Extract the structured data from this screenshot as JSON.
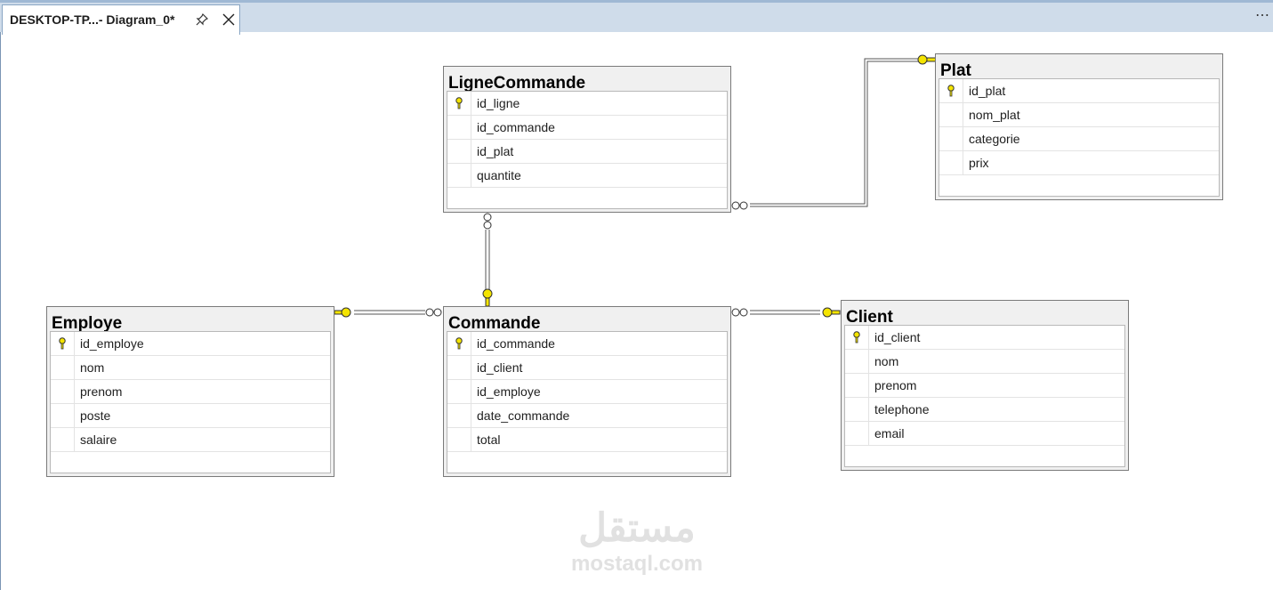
{
  "tab": {
    "title": "DESKTOP-TP...- Diagram_0*",
    "overflow": "⋯"
  },
  "tables": {
    "lignecommande": {
      "name": "LigneCommande",
      "columns": [
        {
          "name": "id_ligne",
          "pk": true
        },
        {
          "name": "id_commande",
          "pk": false
        },
        {
          "name": "id_plat",
          "pk": false
        },
        {
          "name": "quantite",
          "pk": false
        }
      ]
    },
    "plat": {
      "name": "Plat",
      "columns": [
        {
          "name": "id_plat",
          "pk": true
        },
        {
          "name": "nom_plat",
          "pk": false
        },
        {
          "name": "categorie",
          "pk": false
        },
        {
          "name": "prix",
          "pk": false
        }
      ]
    },
    "employe": {
      "name": "Employe",
      "columns": [
        {
          "name": "id_employe",
          "pk": true
        },
        {
          "name": "nom",
          "pk": false
        },
        {
          "name": "prenom",
          "pk": false
        },
        {
          "name": "poste",
          "pk": false
        },
        {
          "name": "salaire",
          "pk": false
        }
      ]
    },
    "commande": {
      "name": "Commande",
      "columns": [
        {
          "name": "id_commande",
          "pk": true
        },
        {
          "name": "id_client",
          "pk": false
        },
        {
          "name": "id_employe",
          "pk": false
        },
        {
          "name": "date_commande",
          "pk": false
        },
        {
          "name": "total",
          "pk": false
        }
      ]
    },
    "client": {
      "name": "Client",
      "columns": [
        {
          "name": "id_client",
          "pk": true
        },
        {
          "name": "nom",
          "pk": false
        },
        {
          "name": "prenom",
          "pk": false
        },
        {
          "name": "telephone",
          "pk": false
        },
        {
          "name": "email",
          "pk": false
        }
      ]
    }
  },
  "watermark": {
    "arabic": "مستقل",
    "latin": "mostaql.com"
  },
  "colors": {
    "key": "#f4e400",
    "wire": "#555555"
  }
}
